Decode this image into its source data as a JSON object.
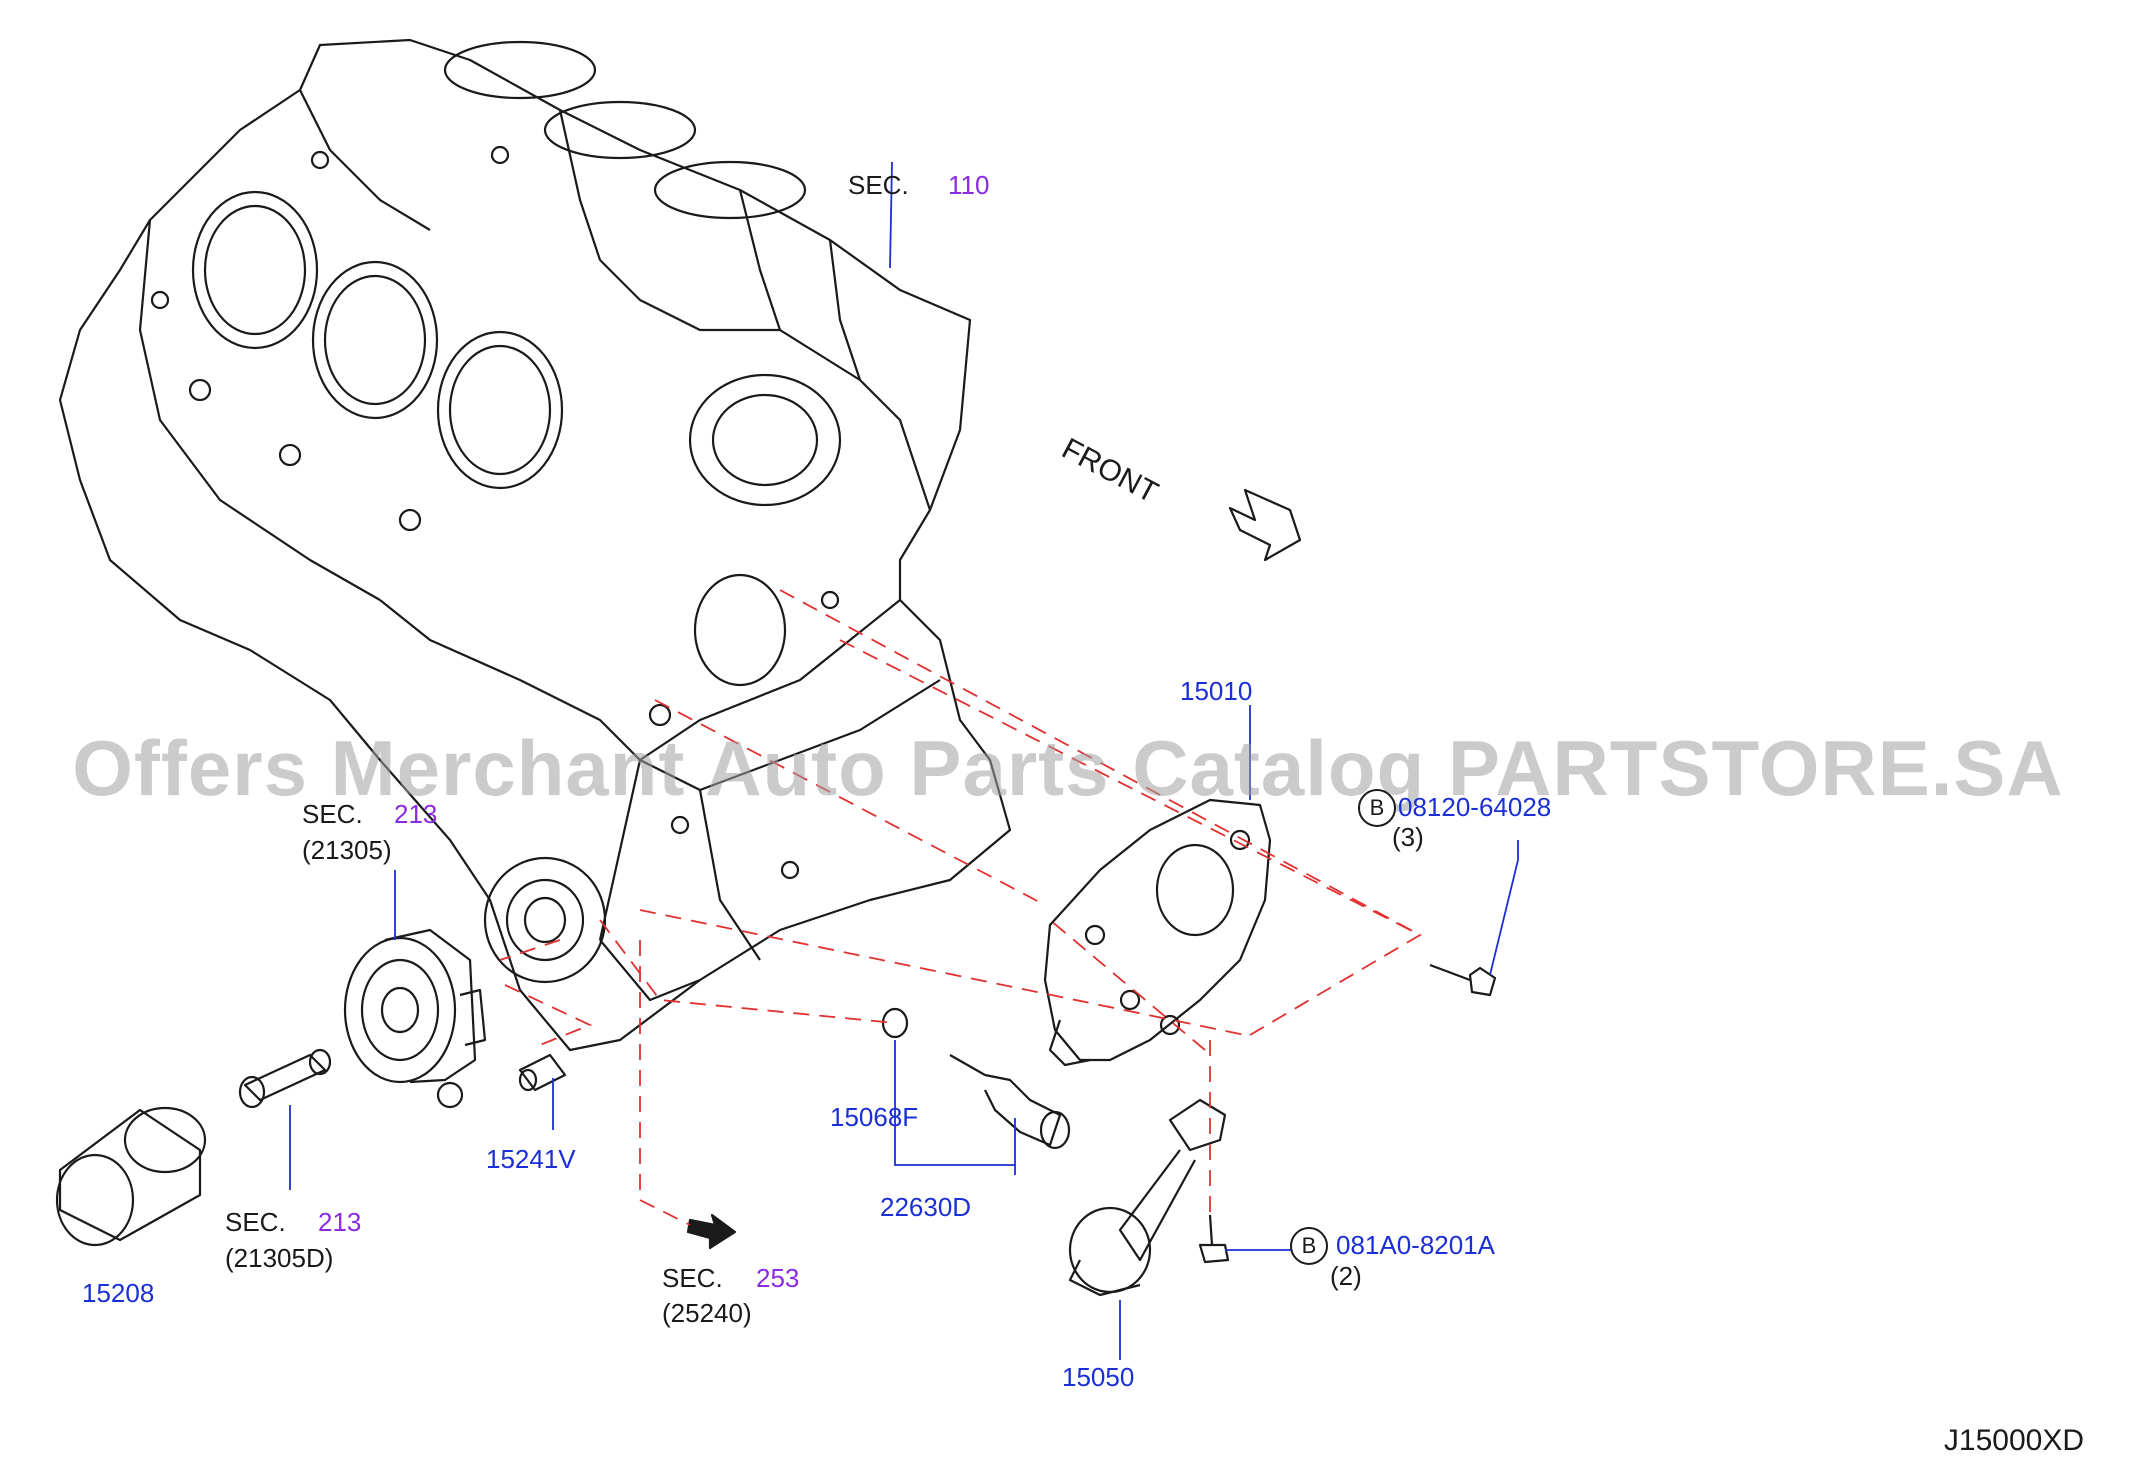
{
  "watermark": "Offers Merchant Auto Parts Catalog PARTSTORE.SA",
  "front_label": "FRONT",
  "diagram_code": "J15000XD",
  "sections": {
    "s110": {
      "prefix": "SEC.",
      "num": "110"
    },
    "s213a": {
      "prefix": "SEC.",
      "num": "213",
      "sub": "(21305)"
    },
    "s213b": {
      "prefix": "SEC.",
      "num": "213",
      "sub": "(21305D)"
    },
    "s253": {
      "prefix": "SEC.",
      "num": "253",
      "sub": "(25240)"
    }
  },
  "parts": {
    "p15010": "15010",
    "p15208": "15208",
    "p15241V": "15241V",
    "p15068F": "15068F",
    "p22630D": "22630D",
    "p15050": "15050"
  },
  "bolts": {
    "b1": {
      "marker": "B",
      "part": "08120-64028",
      "qty": "(3)"
    },
    "b2": {
      "marker": "B",
      "part": "081A0-8201A",
      "qty": "(2)"
    }
  },
  "colors": {
    "part_link": "#1a2fd6",
    "section_link": "#8a2be2",
    "guide_line": "#e03030",
    "line_art": "#1a1a1a"
  }
}
